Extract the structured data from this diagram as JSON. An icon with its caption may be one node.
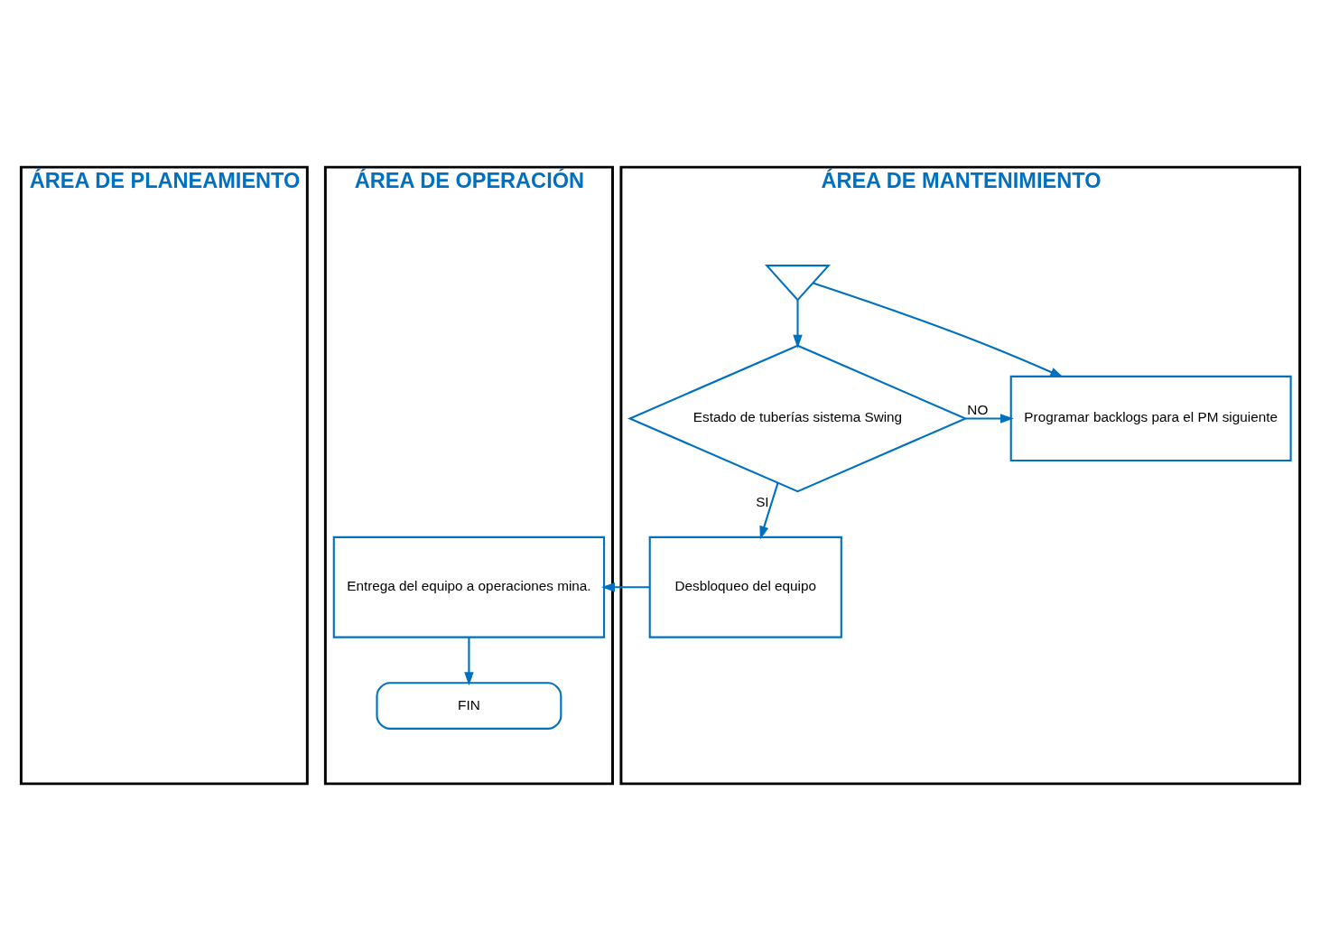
{
  "diagram": {
    "nodes": [
      {
        "text": [
          "ÁREA DE PLANEAMIENTO"
        ]
      },
      {
        "text": [
          "ÁREA DE OPERACIÓN"
        ]
      },
      {
        "text": [
          "ÁREA DE MANTENIMIENTO"
        ]
      },
      {
        "text": [],
        "shape": "triangle",
        "in": 2
      },
      {
        "text": [
          "Estado de tuberías sistema Swing"
        ],
        "in": 2
      },
      {
        "text": [
          "Programar backlogs para el PM siguiente"
        ],
        "in": 2
      },
      {
        "text": [
          "Desbloqueo del equipo"
        ],
        "in": 2
      },
      {
        "text": [
          "Entrega del equipo a operaciones mina."
        ],
        "in": 1
      },
      {
        "text": [
          "FIN"
        ],
        "in": 1
      }
    ],
    "edges": [
      {
        "from": 3,
        "to": 4,
        "arrow": "to"
      },
      {
        "from": 3,
        "to": 5,
        "arrow": "to"
      },
      {
        "from": 4,
        "to": 5,
        "arrow": "to",
        "label": "NO"
      },
      {
        "from": 4,
        "to": 6,
        "arrow": "to",
        "label": "SI"
      },
      {
        "from": 6,
        "to": 7,
        "arrow": "to"
      },
      {
        "from": 7,
        "to": 8,
        "arrow": "to"
      }
    ]
  }
}
